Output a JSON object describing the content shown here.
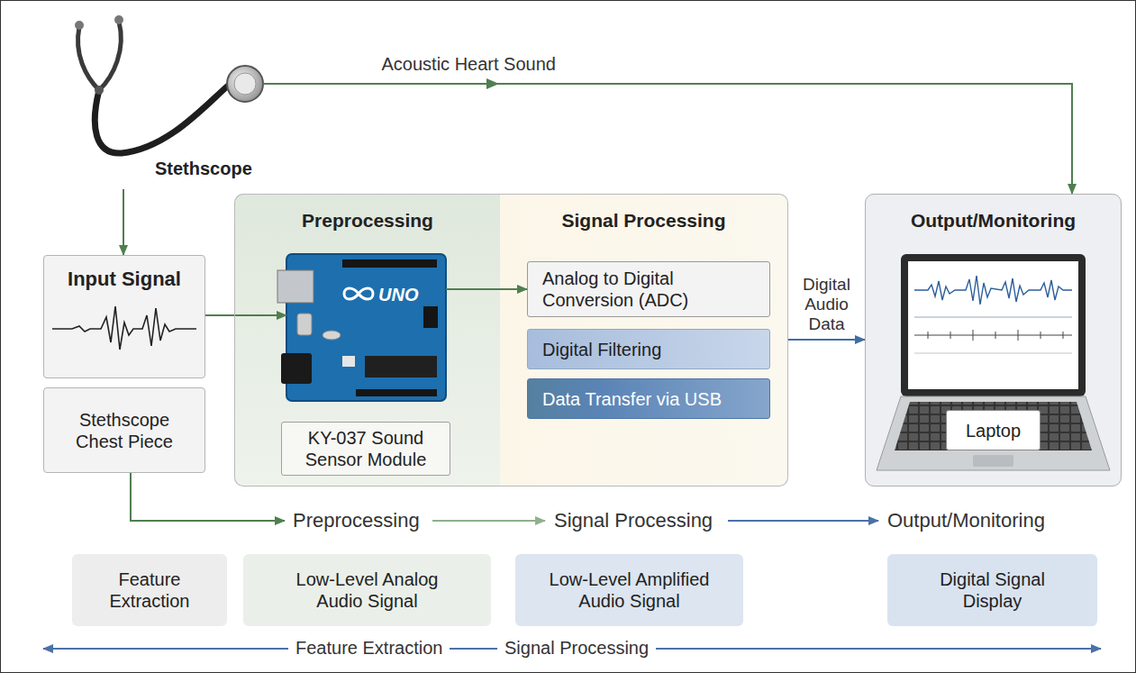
{
  "diagram": {
    "nodes": [
      {
        "text": [
          "Stethscope"
        ]
      },
      {
        "text": [
          "Input Signal"
        ]
      },
      {
        "text": [
          "Stethscope Chest Piece"
        ]
      },
      {
        "text": [
          "Preprocessing"
        ]
      },
      {
        "text": [
          "UNO"
        ],
        "in": 3
      },
      {
        "text": [
          "KY-037 Sound Sensor Module"
        ],
        "in": 3
      },
      {
        "text": [
          "Signal Processing"
        ]
      },
      {
        "text": [
          "Analog to Digital Conversion (ADC)"
        ],
        "in": 6
      },
      {
        "text": [
          "Digital Filtering"
        ],
        "in": 6
      },
      {
        "text": [
          "Data Transfer via USB"
        ],
        "in": 6
      },
      {
        "text": [
          "Output/Monitoring"
        ]
      },
      {
        "text": [
          "Laptop"
        ],
        "in": 10
      },
      {
        "text": [
          "Feature Extraction"
        ]
      },
      {
        "text": [
          "Low-Level Analog Audio Signal"
        ]
      },
      {
        "text": [
          "Low-Level Amplified Audio Signal"
        ]
      },
      {
        "text": [
          "Digital Signal Display"
        ]
      }
    ],
    "edges": [
      {
        "from": 0,
        "to": 1,
        "arrow": "to"
      },
      {
        "from": 1,
        "to": 4,
        "arrow": "to"
      },
      {
        "from": 4,
        "to": 7,
        "arrow": "to"
      },
      {
        "from": 6,
        "to": 10,
        "arrow": "to",
        "label": "Digital Audio Data"
      },
      {
        "from": 0,
        "to": 10,
        "arrow": "to",
        "label": "Acoustic Heart Sound"
      }
    ],
    "labels": [
      "Preprocessing",
      "Signal Processing",
      "Output/Monitoring",
      "Feature Extraction",
      "Signal Processing"
    ]
  }
}
